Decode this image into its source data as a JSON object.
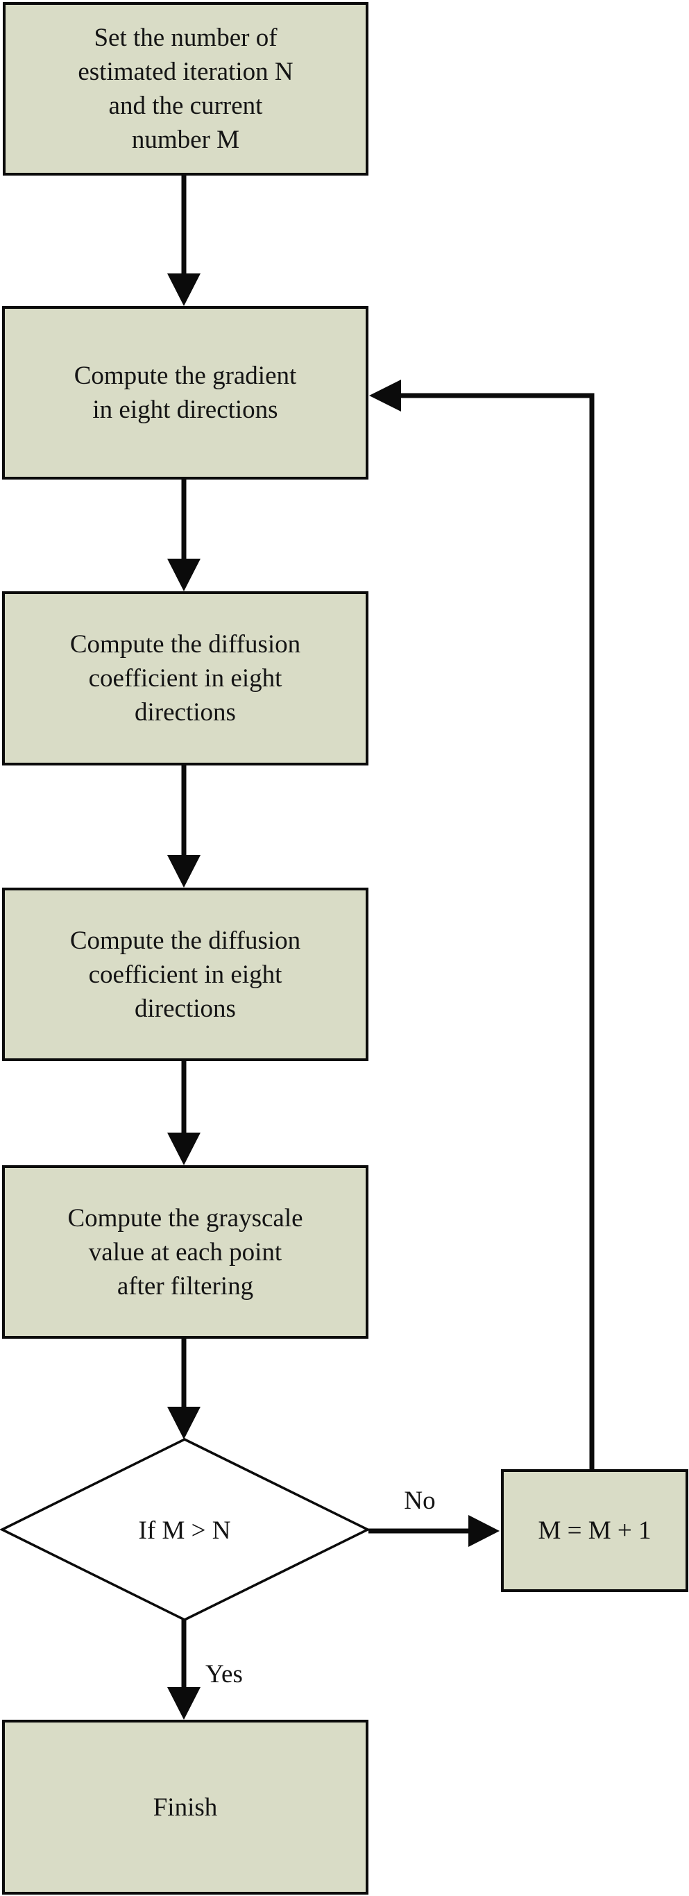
{
  "diagram": {
    "type": "flowchart",
    "colors": {
      "canvas_bg": "#ffffff",
      "node_fill": "#d9dcc6",
      "node_stroke": "#0b0b0b",
      "line_color": "#0b0b0b",
      "decision_fill": "#ffffff",
      "text_color": "#141414"
    },
    "nodes": {
      "start": {
        "label": "Set the number of\nestimated iteration N\nand the current\nnumber M"
      },
      "gradient": {
        "label": "Compute the gradient\nin eight directions"
      },
      "diffusion1": {
        "label": "Compute the diffusion\ncoefficient in eight\ndirections"
      },
      "diffusion2": {
        "label": "Compute the diffusion\ncoefficient in eight\ndirections"
      },
      "grayscale": {
        "label": "Compute the grayscale\nvalue at each point\nafter filtering"
      },
      "decision": {
        "label": "If M > N"
      },
      "increment": {
        "label": "M = M + 1"
      },
      "finish": {
        "label": "Finish"
      }
    },
    "edges": {
      "no_label": "No",
      "yes_label": "Yes"
    }
  }
}
